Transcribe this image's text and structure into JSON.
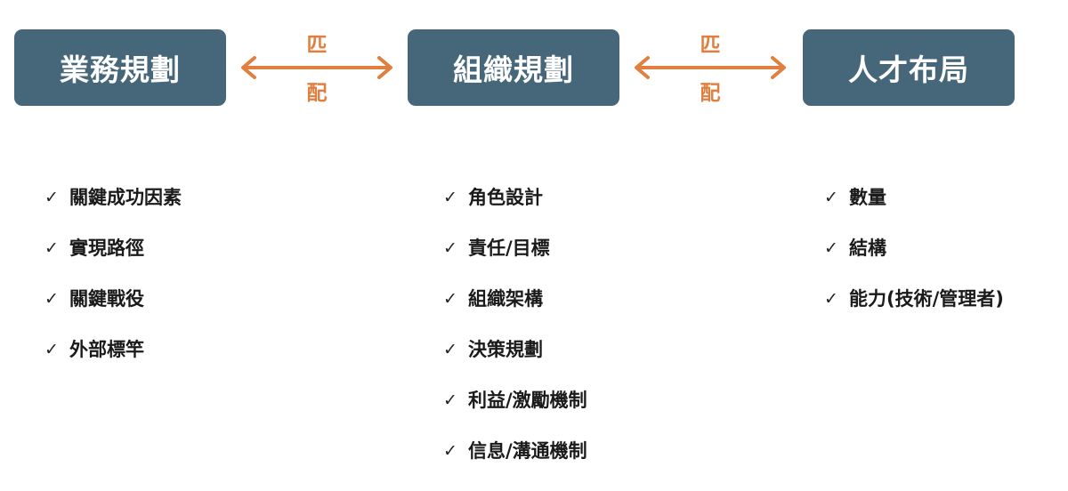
{
  "boxes": [
    {
      "label": "業務規劃"
    },
    {
      "label": "組織規劃"
    },
    {
      "label": "人才布局"
    }
  ],
  "connectors": [
    {
      "top": "匹",
      "bottom": "配"
    },
    {
      "top": "匹",
      "bottom": "配"
    }
  ],
  "check_glyph": "✓",
  "lists": [
    {
      "items": [
        "關鍵成功因素",
        "實現路徑",
        "關鍵戰役",
        "外部標竿"
      ]
    },
    {
      "items": [
        "角色設計",
        "責任/目標",
        "組織架構",
        "決策規劃",
        "利益/激勵機制",
        "信息/溝通機制"
      ]
    },
    {
      "items": [
        "數量",
        "結構",
        "能力(技術/管理者)"
      ]
    }
  ],
  "colors": {
    "box_fill": "#466779",
    "box_text": "#ffffff",
    "arrow": "#e07f3f",
    "list_text": "#1a1a1a"
  }
}
